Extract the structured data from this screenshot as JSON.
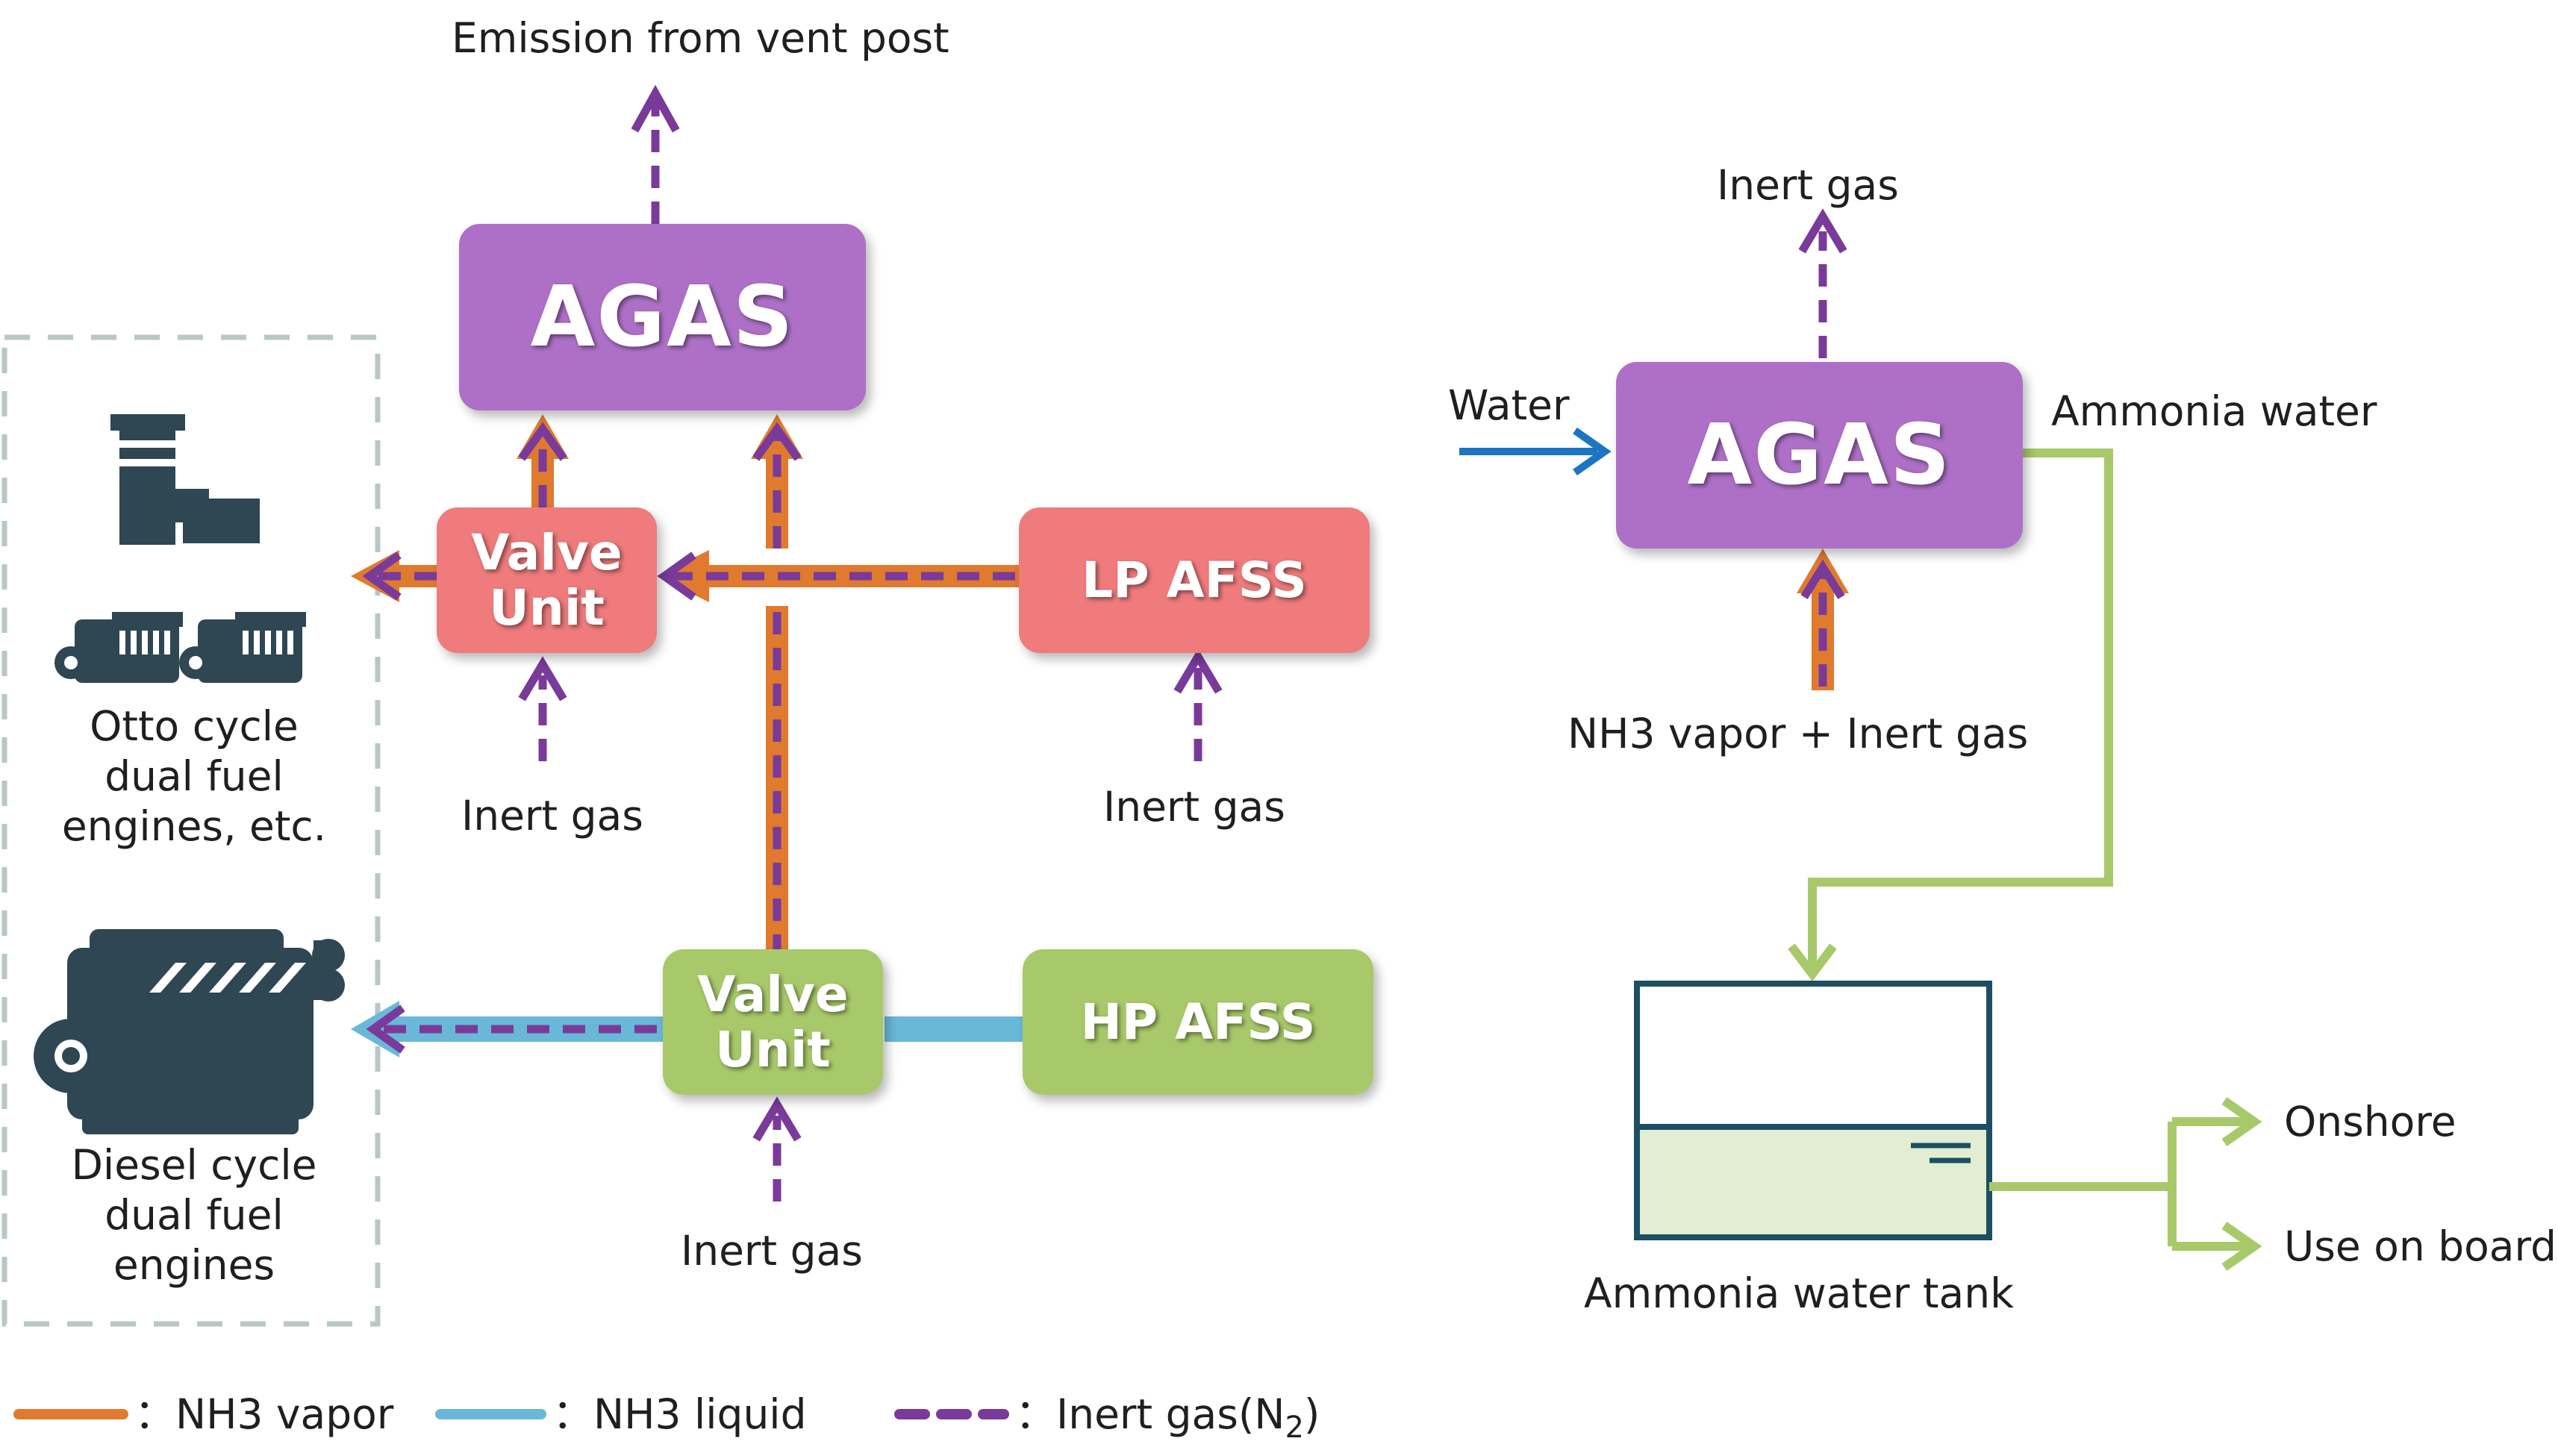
{
  "left": {
    "top_emission_label": "Emission from vent post",
    "agas_label": "AGAS",
    "valve_unit_top_label": "Valve\nUnit",
    "lp_afss_label": "LP AFSS",
    "valve_unit_bottom_label": "Valve\nUnit",
    "hp_afss_label": "HP AFSS",
    "inert_gas_valve_top": "Inert gas",
    "inert_gas_lp": "Inert gas",
    "inert_gas_valve_bottom": "Inert gas",
    "engines_otto_label": "Otto cycle\ndual fuel\nengines, etc.",
    "engines_diesel_label": "Diesel cycle\ndual fuel\nengines"
  },
  "right": {
    "inert_gas_top": "Inert gas",
    "water_label": "Water",
    "agas_label": "AGAS",
    "ammonia_water_label": "Ammonia water",
    "nh3_input_label": "NH3 vapor + Inert gas",
    "tank_label": "Ammonia water tank",
    "onshore_label": "Onshore",
    "use_on_board_label": "Use on board"
  },
  "legend": {
    "nh3_vapor": "：NH3 vapor",
    "nh3_liquid": "：NH3 liquid",
    "inert_gas_prefix": "：Inert gas(N",
    "inert_gas_sub": "2",
    "inert_gas_suffix": ")"
  },
  "colors": {
    "nh3_vapor": "#e07a2e",
    "nh3_liquid": "#6ab8d8",
    "inert_gas": "#7a3a9a",
    "water": "#1d74c2",
    "ammonia_water": "#a8c96a",
    "engine_icon": "#2f4653"
  }
}
